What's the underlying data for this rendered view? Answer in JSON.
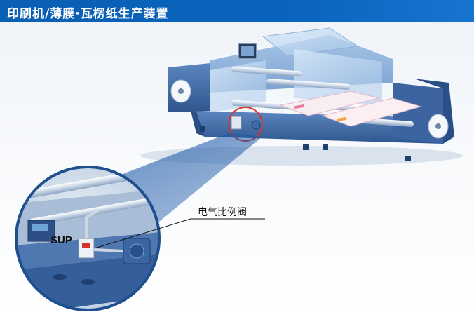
{
  "header": {
    "title": "印刷机/薄膜·瓦楞纸生产装置"
  },
  "callout": {
    "label": "电气比例阀"
  },
  "port": {
    "label": "SUP"
  },
  "colors": {
    "header_blue": "#0b5fb4",
    "machine_body": "#3f6aa8",
    "highlight_circle": "#d9342b",
    "zoom_border": "#1f4f8c"
  }
}
